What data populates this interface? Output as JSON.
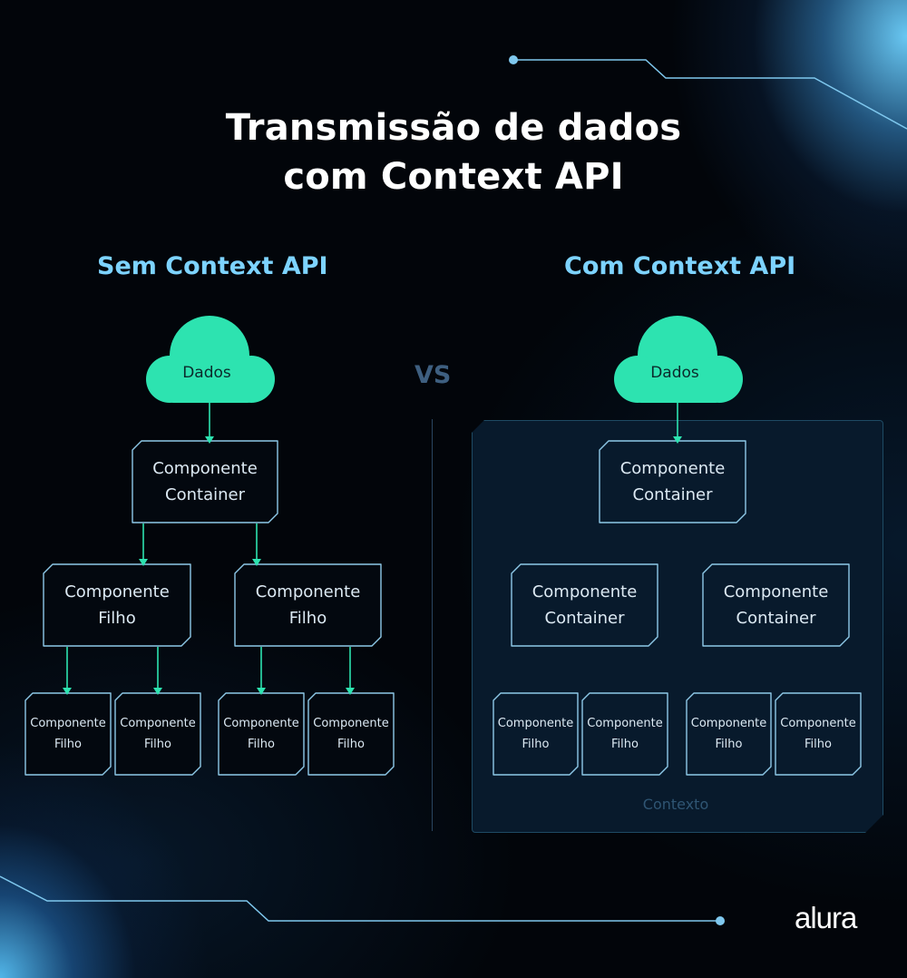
{
  "title": {
    "line1": "Transmissão de dados",
    "line2": "com Context API"
  },
  "left": {
    "heading": "Sem Context API",
    "cloud": "Dados",
    "container": {
      "line1": "Componente",
      "line2": "Container"
    },
    "filhos": [
      {
        "line1": "Componente",
        "line2": "Filho"
      },
      {
        "line1": "Componente",
        "line2": "Filho"
      }
    ],
    "leaves": [
      {
        "line1": "Componente",
        "line2": "Filho"
      },
      {
        "line1": "Componente",
        "line2": "Filho"
      },
      {
        "line1": "Componente",
        "line2": "Filho"
      },
      {
        "line1": "Componente",
        "line2": "Filho"
      }
    ]
  },
  "vs": "VS",
  "right": {
    "heading": "Com Context API",
    "cloud": "Dados",
    "container": {
      "line1": "Componente",
      "line2": "Container"
    },
    "containers": [
      {
        "line1": "Componente",
        "line2": "Container"
      },
      {
        "line1": "Componente",
        "line2": "Container"
      }
    ],
    "leaves": [
      {
        "line1": "Componente",
        "line2": "Filho"
      },
      {
        "line1": "Componente",
        "line2": "Filho"
      },
      {
        "line1": "Componente",
        "line2": "Filho"
      },
      {
        "line1": "Componente",
        "line2": "Filho"
      }
    ],
    "context_label": "Contexto"
  },
  "logo": "alura",
  "colors": {
    "cloud": "#2de3b0",
    "arrow": "#2de3b0",
    "node_border": "#8ec9e8",
    "heading": "#7dd3ff",
    "context_bg": "#081a2c"
  }
}
